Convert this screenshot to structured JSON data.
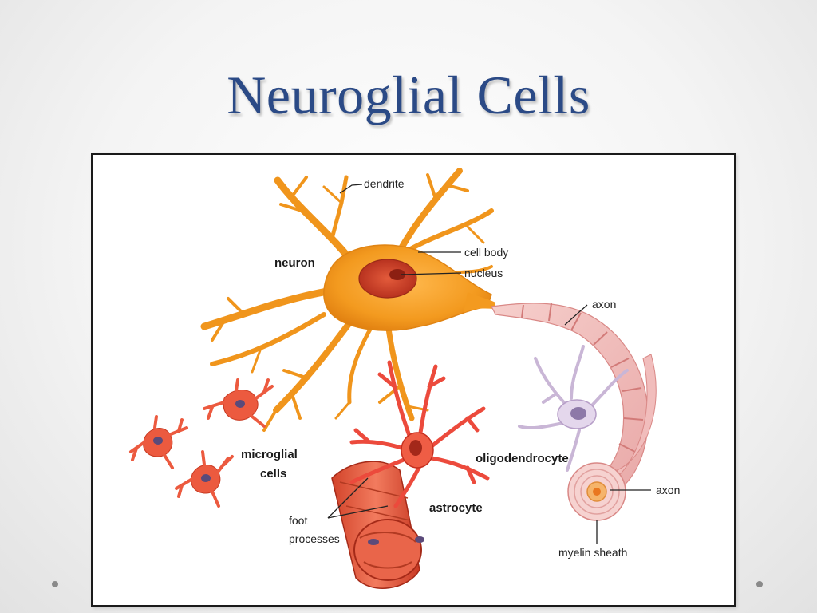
{
  "slide": {
    "title": "Neuroglial Cells"
  },
  "diagram": {
    "labels": {
      "dendrite": "dendrite",
      "neuron": "neuron",
      "cell_body": "cell body",
      "nucleus": "nucleus",
      "axon_top": "axon",
      "microglial_line1": "microglial",
      "microglial_line2": "cells",
      "oligodendrocyte": "oligodendrocyte",
      "axon_bottom": "axon",
      "astrocyte": "astrocyte",
      "foot_line1": "foot",
      "foot_line2": "processes",
      "myelin_sheath": "myelin sheath"
    }
  }
}
